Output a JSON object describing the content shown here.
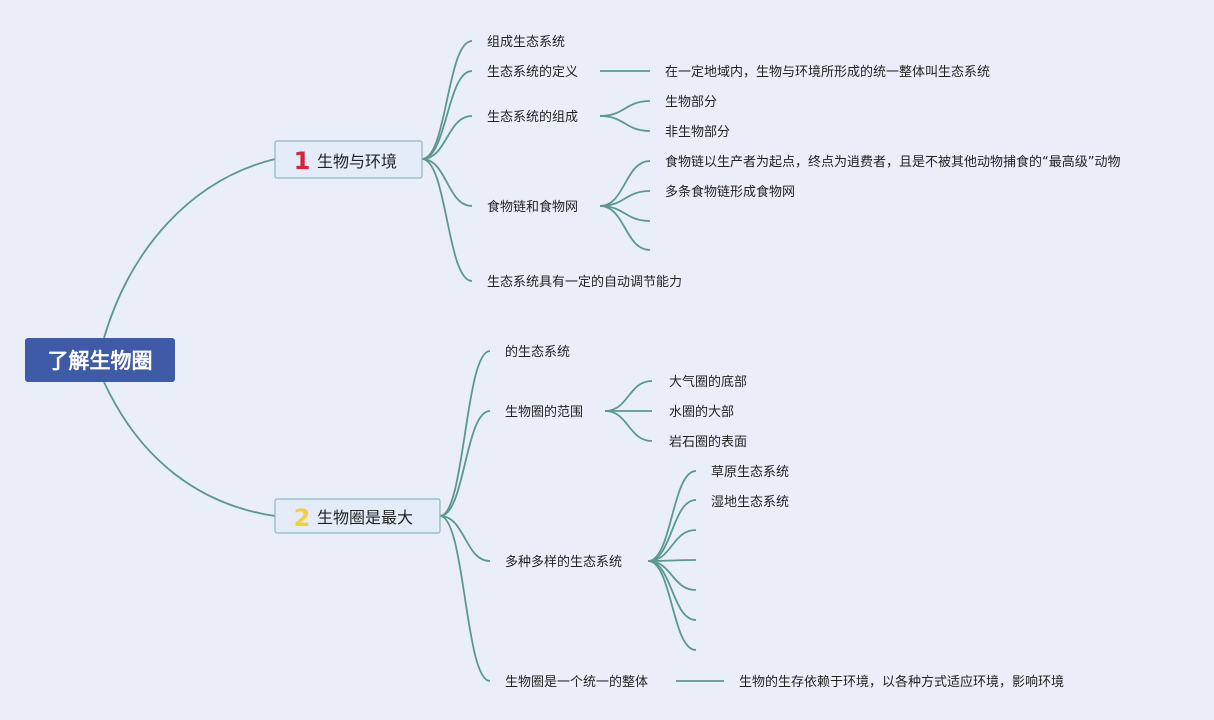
{
  "root": {
    "label": "了解生物圈",
    "fill": "#3f5aa6",
    "text_color": "#ffffff"
  },
  "line_color": "#5b9890",
  "branches": [
    {
      "number": "1",
      "number_color": "#d6253a",
      "label": "生物与环境",
      "children": [
        {
          "label": "组成生态系统",
          "children": []
        },
        {
          "label": "生态系统的定义",
          "children": [
            {
              "label": "在一定地域内，生物与环境所形成的统一整体叫生态系统"
            }
          ]
        },
        {
          "label": "生态系统的组成",
          "children": [
            {
              "label": "生物部分"
            },
            {
              "label": "非生物部分"
            }
          ]
        },
        {
          "label": "食物链和食物网",
          "children": [
            {
              "label": "食物链以生产者为起点，终点为逍费者，且是不被其他动物捕食的“最高级”动物"
            },
            {
              "label": "多条食物链形成食物网"
            },
            {
              "label": ""
            },
            {
              "label": ""
            }
          ]
        },
        {
          "label": "生态系统具有一定的自动调节能力",
          "children": []
        }
      ]
    },
    {
      "number": "2",
      "number_color": "#f3cf3c",
      "label": "生物圈是最大",
      "children": [
        {
          "label": "的生态系统",
          "children": []
        },
        {
          "label": "生物圈的范围",
          "children": [
            {
              "label": "大气圈的底部"
            },
            {
              "label": "水圈的大部"
            },
            {
              "label": "岩石圈的表面"
            }
          ]
        },
        {
          "label": "多种多样的生态系统",
          "children": [
            {
              "label": "草原生态系统"
            },
            {
              "label": "湿地生态系统"
            },
            {
              "label": ""
            },
            {
              "label": ""
            },
            {
              "label": ""
            },
            {
              "label": ""
            }
          ]
        },
        {
          "label": "生物圈是一个统一的整体",
          "children": [
            {
              "label": "生物的生存依赖于环境，以各种方式适应环境，影响环境"
            }
          ]
        }
      ]
    }
  ]
}
